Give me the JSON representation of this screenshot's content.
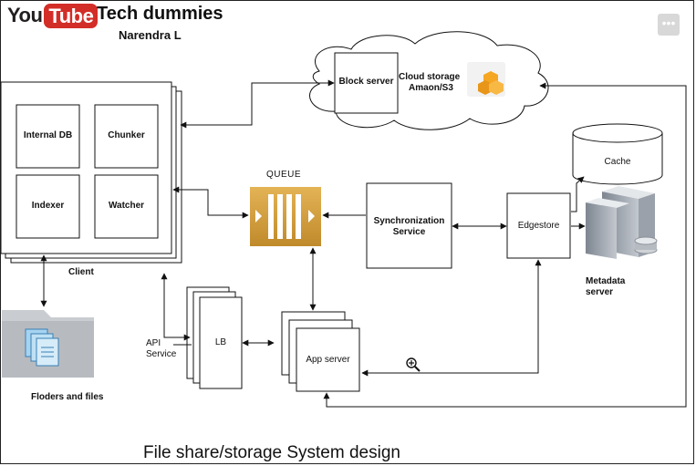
{
  "header": {
    "logo_you": "You",
    "logo_tube": "Tube",
    "channel": "Tech dummies",
    "author": "Narendra L",
    "more_icon": "ellipsis-icon"
  },
  "diagram": {
    "title": "File share/storage System design",
    "client_components": [
      "Internal DB",
      "Chunker",
      "Indexer",
      "Watcher"
    ],
    "client_label": "Client",
    "block_server": "Block server",
    "cloud_storage_line1": "Cloud storage",
    "cloud_storage_line2": "Amaon/S3",
    "queue_label": "QUEUE",
    "sync_line1": "Synchronization",
    "sync_line2": "Service",
    "edgestore": "Edgestore",
    "cache": "Cache",
    "metadata_line1": "Metadata",
    "metadata_line2": "server",
    "lb": "LB",
    "app_server": "App server",
    "api_line1": "API",
    "api_line2": "Service",
    "folders": "Floders and files"
  }
}
